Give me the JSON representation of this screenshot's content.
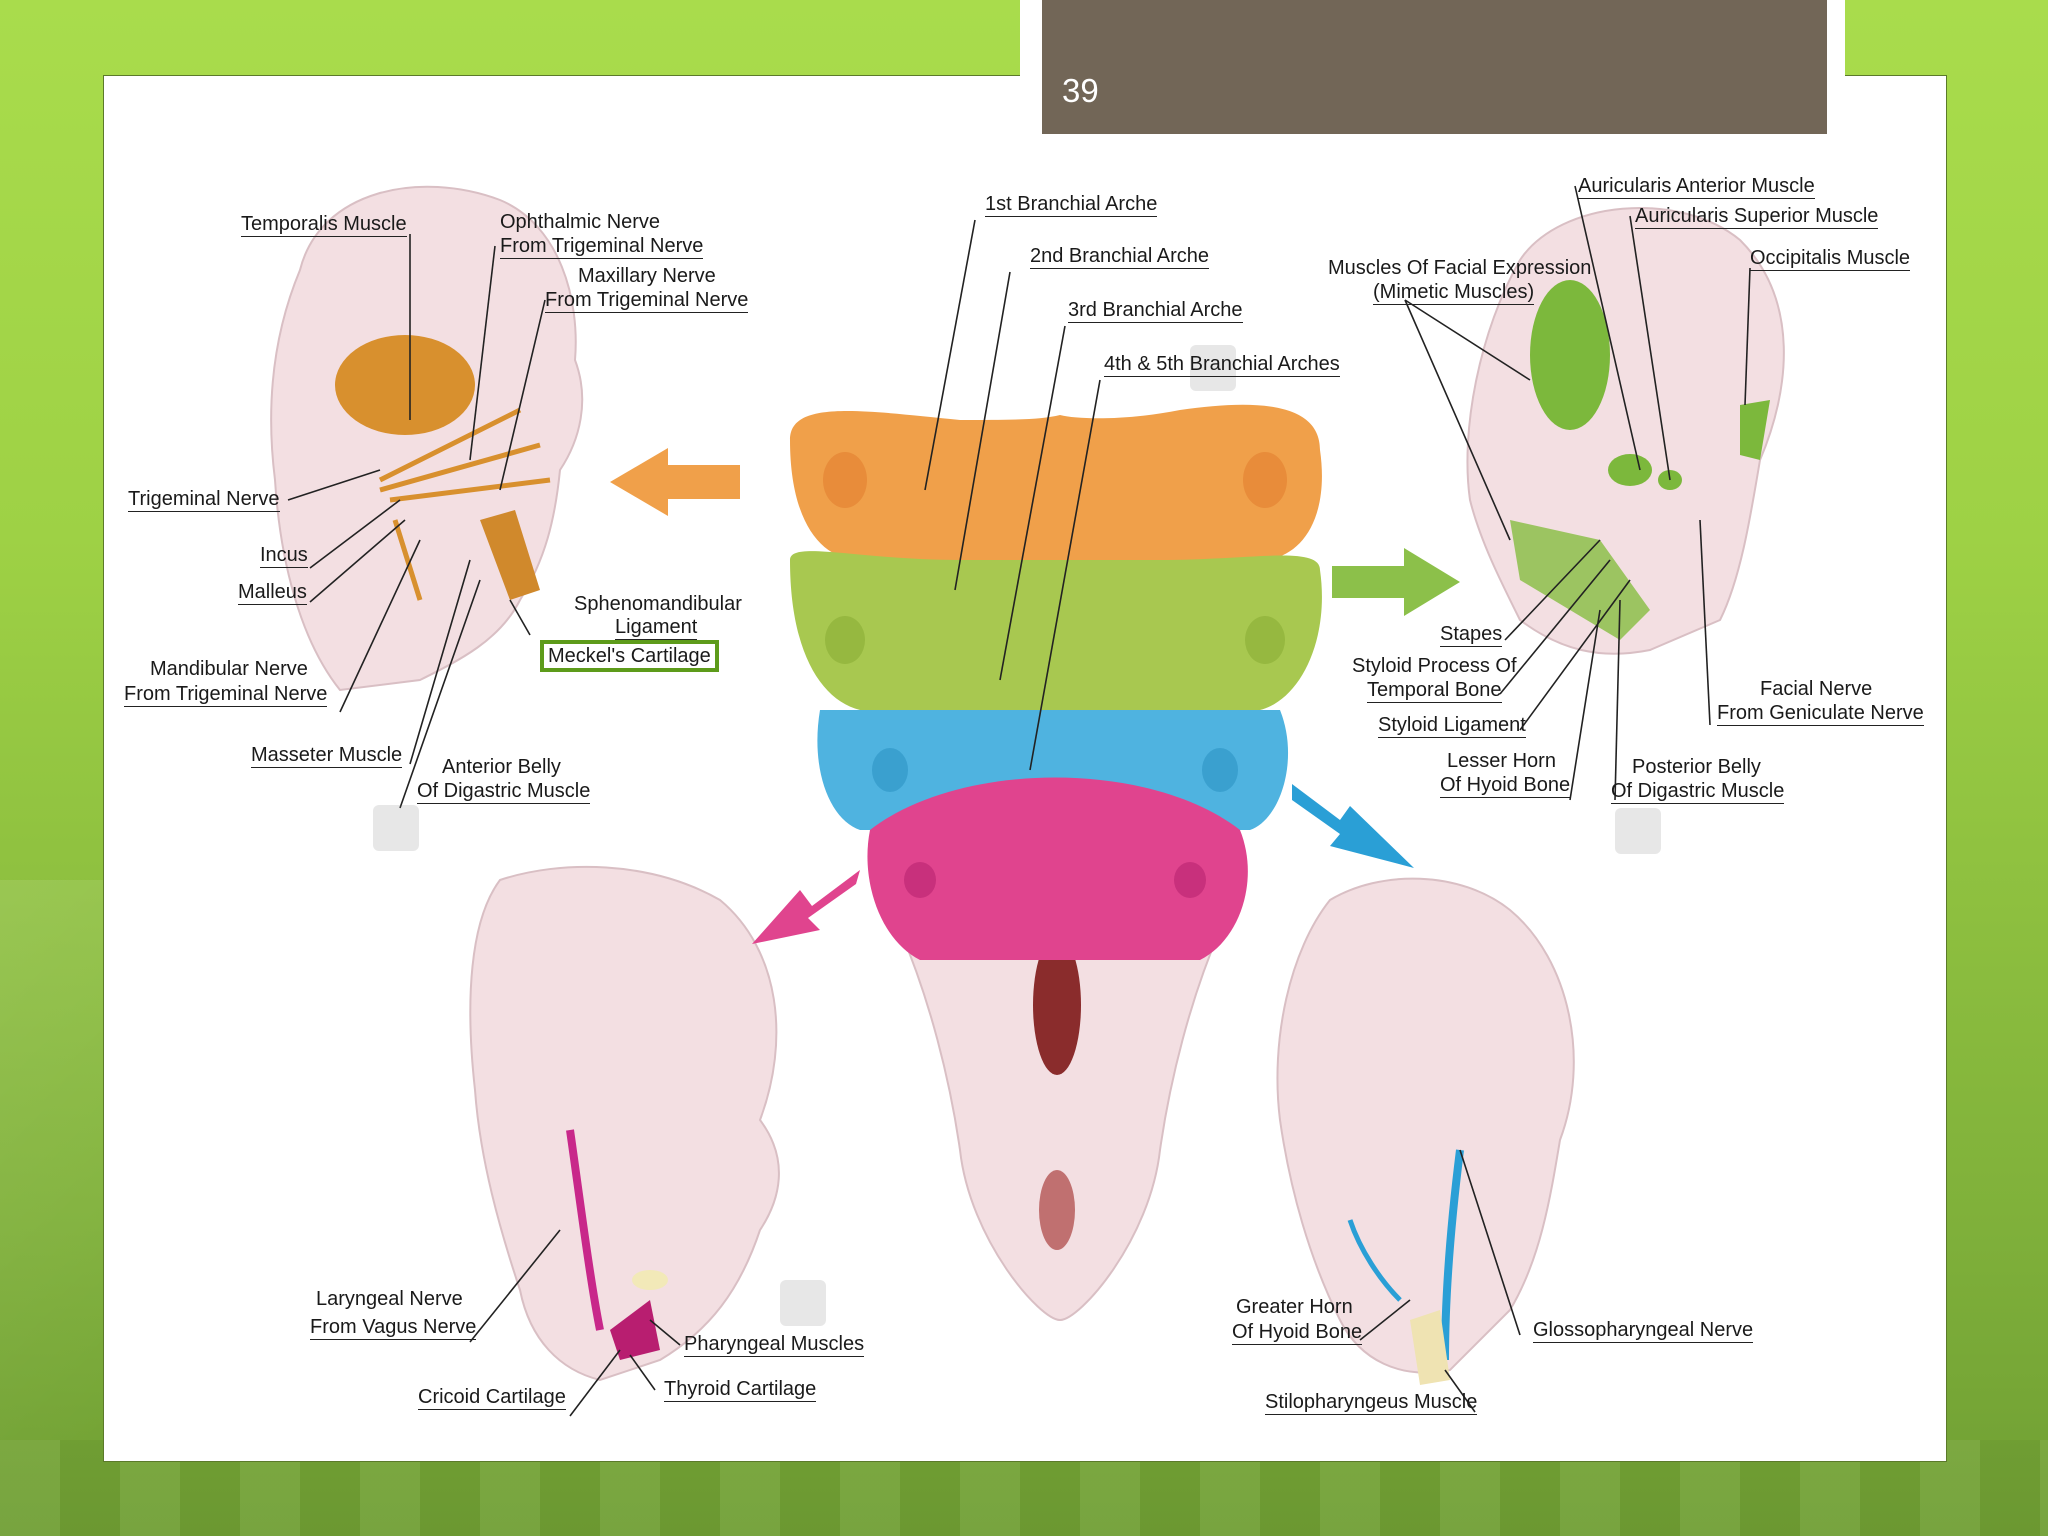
{
  "slide": {
    "number": "39"
  },
  "labels": {
    "branchial_1": "1st Branchial Arche",
    "branchial_2": "2nd Branchial Arche",
    "branchial_3": "3rd Branchial Arche",
    "branchial_45": "4th & 5th Branchial Arches",
    "temporalis": "Temporalis Muscle",
    "ophthalmic_1": "Ophthalmic Nerve",
    "ophthalmic_2": "From Trigeminal Nerve",
    "maxillary_1": "Maxillary Nerve",
    "maxillary_2": "From Trigeminal Nerve",
    "trigeminal": "Trigeminal Nerve",
    "incus": "Incus",
    "malleus": "Malleus",
    "spheno_1": "Sphenomandibular",
    "spheno_2": "Ligament",
    "meckels": "Meckel's Cartilage",
    "mandibular_1": "Mandibular Nerve",
    "mandibular_2": "From Trigeminal Nerve",
    "masseter": "Masseter Muscle",
    "ant_belly_1": "Anterior Belly",
    "ant_belly_2": "Of Digastric Muscle",
    "aur_ant": "Auricularis Anterior Muscle",
    "aur_sup": "Auricularis Superior Muscle",
    "facial_expr_1": "Muscles Of Facial Expression",
    "facial_expr_2": "(Mimetic Muscles)",
    "occipitalis": "Occipitalis Muscle",
    "stapes": "Stapes",
    "styloid_proc_1": "Styloid Process Of",
    "styloid_proc_2": "Temporal Bone",
    "styloid_lig": "Styloid Ligament",
    "lesser_horn_1": "Lesser Horn",
    "lesser_horn_2": "Of Hyoid Bone",
    "facial_nerve_1": "Facial Nerve",
    "facial_nerve_2": "From Geniculate Nerve",
    "post_belly_1": "Posterior Belly",
    "post_belly_2": "Of Digastric Muscle",
    "laryngeal_1": "Laryngeal Nerve",
    "laryngeal_2": "From Vagus Nerve",
    "pharyngeal": "Pharyngeal Muscles",
    "cricoid": "Cricoid Cartilage",
    "thyroid": "Thyroid Cartilage",
    "greater_horn_1": "Greater Horn",
    "greater_horn_2": "Of Hyoid Bone",
    "glosso": "Glossopharyngeal Nerve",
    "stilo": "Stilopharyngeus Muscle"
  },
  "colors": {
    "arch1": "#f0a04a",
    "arch2": "#a8c850",
    "arch3": "#4fb3e0",
    "arch45": "#e0448e",
    "skin": "#f3dfe2",
    "highlight": "#5d9b1a"
  }
}
